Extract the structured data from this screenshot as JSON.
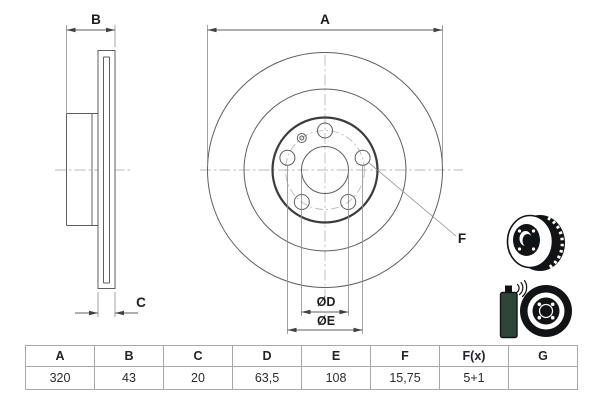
{
  "drawing": {
    "labels": {
      "a": "A",
      "b": "B",
      "c": "C",
      "d": "ØD",
      "e": "ØE",
      "f": "F"
    }
  },
  "icons": {
    "top": "vented-brake-disc-3d",
    "bottom": "coated-brake-disc-with-spray-can"
  },
  "colors": {
    "background": "#ffffff",
    "outline": "#5c5f62",
    "extension_line": "#8a8d90",
    "centerline": "#b8babd",
    "label_text": "#1d1d1f",
    "table_border": "#a6a9ac",
    "icon_black": "#111315",
    "spray_can_green": "#2e4639"
  },
  "table": {
    "headers": [
      "A",
      "B",
      "C",
      "D",
      "E",
      "F",
      "F(x)",
      "G"
    ],
    "values": [
      "320",
      "43",
      "20",
      "63,5",
      "108",
      "15,75",
      "5+1",
      ""
    ]
  }
}
